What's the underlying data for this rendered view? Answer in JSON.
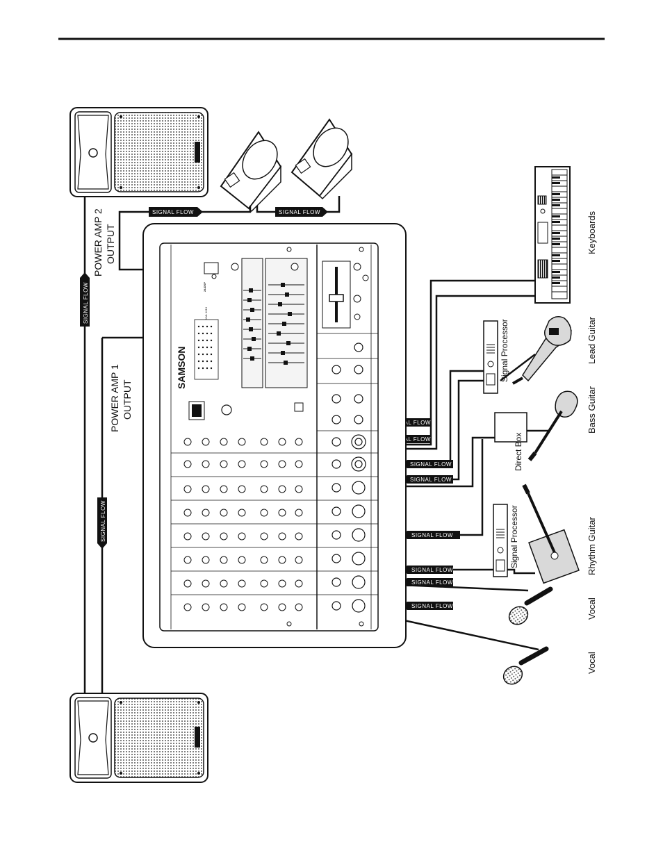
{
  "labels": {
    "power_amp_2": [
      "POWER AMP 2",
      "OUTPUT"
    ],
    "power_amp_1": [
      "POWER AMP 1",
      "OUTPUT"
    ],
    "signal_flow": "SIGNAL FLOW",
    "signal_processor_lead": "Signal Processor",
    "signal_processor_rhythm": "Signal Processor",
    "direct_box": "Direct Box",
    "keyboards": "Keyboards",
    "lead_guitar": "Lead Guitar",
    "bass_guitar": "Bass Guitar",
    "rhythm_guitar": "Rhythm Guitar",
    "vocal_1": "Vocal",
    "vocal_2": "Vocal"
  },
  "mixer": {
    "brand": "SAMSON",
    "model": "XML 1010",
    "dsp_label": "24-DSP"
  },
  "colors": {
    "line": "#111111",
    "arrow_fill": "#111111",
    "arrow_text": "#ffffff",
    "panel_fill": "#ffffff",
    "grille_fill": "#d9d9d9"
  }
}
